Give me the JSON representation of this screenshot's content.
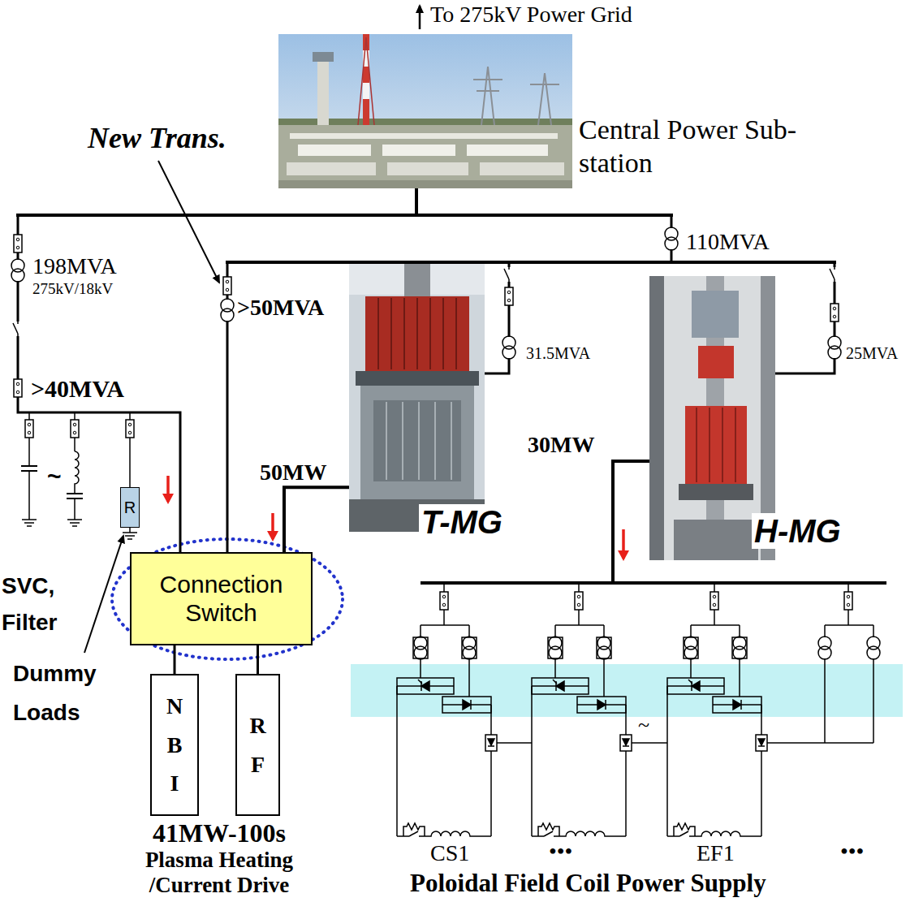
{
  "diagram": {
    "nodes": [
      {
        "text": [
          "Central Power Sub- station"
        ]
      },
      {
        "text": [
          "T-MG"
        ]
      },
      {
        "text": [
          "H-MG"
        ]
      },
      {
        "text": [
          "R"
        ]
      },
      {
        "text": [
          "Connection Switch"
        ]
      },
      {
        "text": [
          "N B I"
        ]
      },
      {
        "text": [
          "R F"
        ]
      }
    ],
    "edges": [
      {
        "from": 1,
        "to": 4,
        "label": "50MW",
        "arrow": "none"
      },
      {
        "from": 4,
        "to": 5,
        "arrow": "none"
      },
      {
        "from": 4,
        "to": 6,
        "arrow": "none"
      }
    ],
    "labels": [
      "To 275kV Power Grid",
      "New Trans.",
      "198MVA",
      "275kV/18kV",
      "110MVA",
      ">50MVA",
      "31.5MVA",
      "25MVA",
      ">40MVA",
      "30MW",
      "~",
      "SVC, Filter",
      "Dummy Loads",
      "41MW-100s",
      "Plasma Heating /Current Drive",
      "CS1",
      "•••",
      "EF1",
      "•••",
      "~",
      "Poloidal Field Coil Power Supply"
    ]
  }
}
